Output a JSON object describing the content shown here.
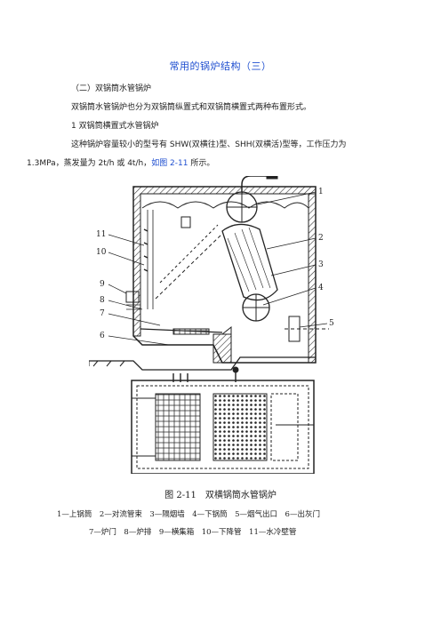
{
  "title": "常用的锅炉结构（三）",
  "section_heading": "（二）双锅筒水管锅炉",
  "intro": "双锅筒水管锅炉也分为双锅筒纵置式和双锅筒横置式两种布置形式。",
  "subheading": "1 双锅筒横置式水管锅炉",
  "body_line1": "这种锅炉容量较小的型号有 SHW(双横往)型、SHH(双横活)型等，工作压力为",
  "body_line2_a": "1.3MPa，蒸发量为 2t/h 或 4t/h，",
  "body_line2_ref": "如图 2-11",
  "body_line2_b": " 所示。",
  "figure": {
    "callouts": {
      "n1": "1",
      "n2": "2",
      "n3": "3",
      "n4": "4",
      "n5": "5",
      "n6": "6",
      "n7": "7",
      "n8": "8",
      "n9": "9",
      "n10": "10",
      "n11": "11"
    },
    "caption": "图 2-11　双横锅筒水管锅炉",
    "legend_line1": "1—上锅筒　2—对流管束　3—隔烟墙　4—下锅筒　5—烟气出口　6—出灰门",
    "legend_line2": "7—炉门　8—炉排　9—横集箱　10—下降管　11—水冷壁管"
  }
}
